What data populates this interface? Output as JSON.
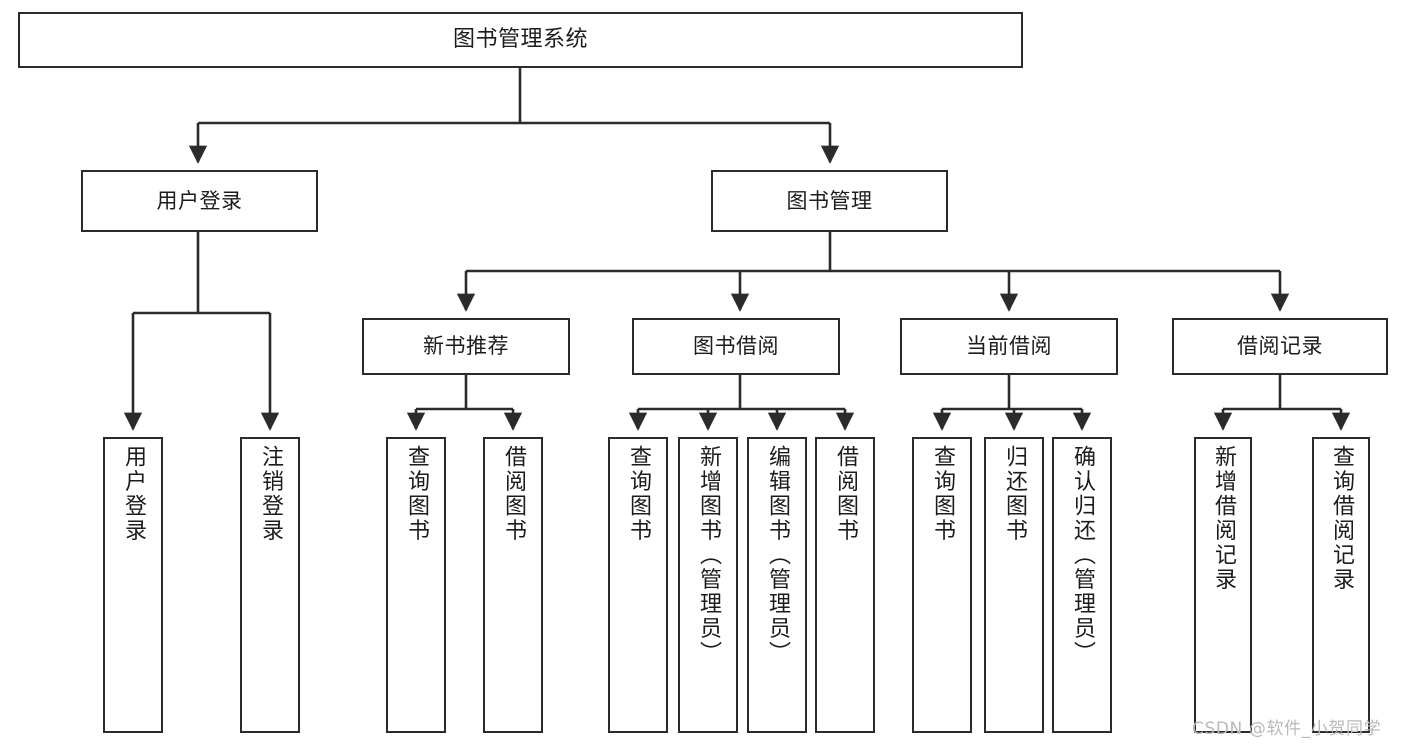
{
  "diagram": {
    "title": "图书管理系统",
    "type": "tree-hierarchy",
    "watermark": "CSDN @软件_小贺同学",
    "colors": {
      "box_border": "#2b2b2b",
      "box_fill": "#ffffff",
      "edge": "#2b2b2b",
      "text": "#1c1c1c",
      "watermark": "#b9b9b9",
      "background": "#ffffff"
    },
    "nodes": {
      "root": {
        "label": "图书管理系统"
      },
      "level2": [
        {
          "id": "user-login",
          "label": "用户登录"
        },
        {
          "id": "book-management",
          "label": "图书管理"
        }
      ],
      "level3": [
        {
          "id": "new-book-recommend",
          "label": "新书推荐"
        },
        {
          "id": "book-borrow",
          "label": "图书借阅"
        },
        {
          "id": "current-borrow",
          "label": "当前借阅"
        },
        {
          "id": "borrow-record",
          "label": "借阅记录"
        }
      ],
      "leaves": {
        "user_login": [
          {
            "id": "leaf-user-login",
            "label": "用户登录"
          },
          {
            "id": "leaf-logout-login",
            "label": "注销登录"
          }
        ],
        "new_book_recommend": [
          {
            "id": "leaf-query-book-1",
            "label": "查询图书"
          },
          {
            "id": "leaf-borrow-book-1",
            "label": "借阅图书"
          }
        ],
        "book_borrow": [
          {
            "id": "leaf-query-book-2",
            "label": "查询图书"
          },
          {
            "id": "leaf-add-book",
            "label": "新增图书（管理员）"
          },
          {
            "id": "leaf-edit-book",
            "label": "编辑图书（管理员）"
          },
          {
            "id": "leaf-borrow-book-2",
            "label": "借阅图书"
          }
        ],
        "current_borrow": [
          {
            "id": "leaf-query-book-3",
            "label": "查询图书"
          },
          {
            "id": "leaf-return-book",
            "label": "归还图书"
          },
          {
            "id": "leaf-confirm-return",
            "label": "确认归还（管理员）"
          }
        ],
        "borrow_record": [
          {
            "id": "leaf-add-record",
            "label": "新增借阅记录"
          },
          {
            "id": "leaf-query-record",
            "label": "查询借阅记录"
          }
        ]
      }
    }
  }
}
